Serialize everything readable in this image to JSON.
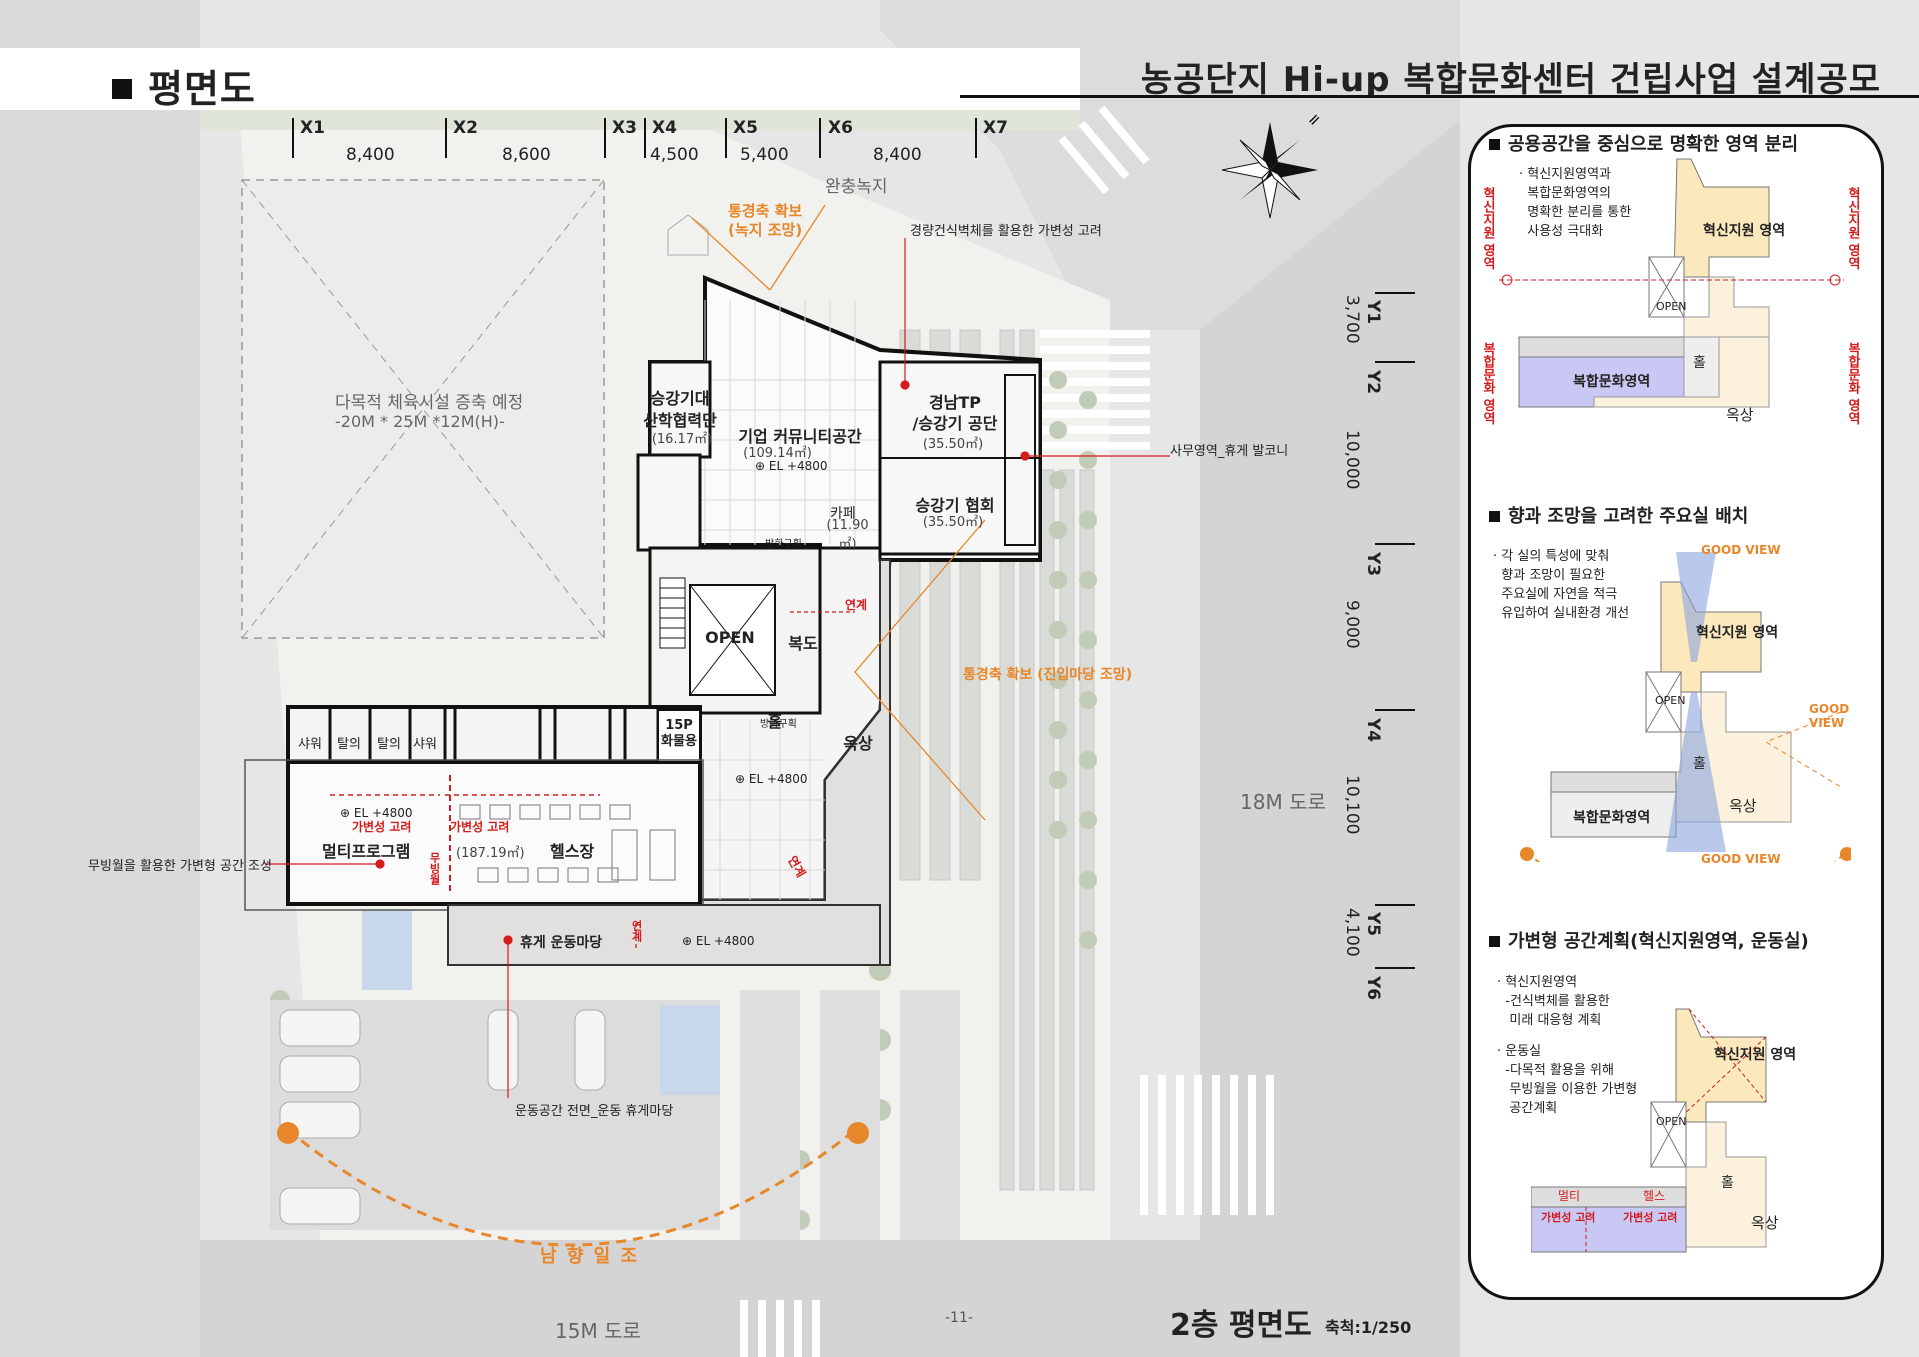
{
  "header": {
    "section_title": "평면도",
    "project_title": "농공단지 Hi-up 복합문화센터 건립사업 설계공모"
  },
  "grid_x": {
    "labels": [
      "X1",
      "X2",
      "X3",
      "X4",
      "X5",
      "X6",
      "X7"
    ],
    "dims": [
      "8,400",
      "8,600",
      "4,500",
      "5,400",
      "8,400"
    ]
  },
  "grid_y": {
    "labels": [
      "Y1",
      "Y2",
      "Y3",
      "Y4",
      "Y5",
      "Y6"
    ],
    "dims": [
      "3,700",
      "10,000",
      "9,000",
      "10,100",
      "4,100"
    ]
  },
  "site": {
    "buffer_green": "완충녹지",
    "sports_facility": "다목적 체육시설 증축 예정",
    "sports_dims": "-20M * 25M *12M(H)-",
    "road_18m": "18M 도로",
    "road_15m": "15M 도로",
    "sun_path": "남 향 일 조"
  },
  "rooms": {
    "cooperation": "승강기대\n산학협력단",
    "cooperation_area": "(16.17㎡)",
    "community": "기업 커뮤니티공간",
    "community_area": "(109.14㎡)",
    "community_el": "⊕ EL +4800",
    "tp": "경남TP\n/승강기 공단",
    "tp_area": "(35.50㎡)",
    "elev_assoc": "승강기 협회",
    "elev_assoc_area": "(35.50㎡)",
    "cafe": "카페",
    "cafe_area": "(11.90㎡)",
    "open": "OPEN",
    "corridor": "복도",
    "hall": "홀",
    "hall_el": "⊕ EL +4800",
    "rooftop": "옥상",
    "freight_elev": "15P\n화물용",
    "shower1": "샤워",
    "locker1": "탈의",
    "locker2": "탈의",
    "shower2": "샤워",
    "multi_program": "멀티프로그램",
    "gym": "헬스장",
    "gym_area": "(187.19㎡)",
    "gym_el": "⊕ EL +4800",
    "variable1": "가변성 고려",
    "variable2": "가변성 고려",
    "movable_wall": "무빙월",
    "rest_yard": "휴게 운동마당",
    "rest_yard_el": "⊕ EL +4800",
    "fire_zone1": "방화구획",
    "fire_zone2": "방화구획",
    "link1": "연계",
    "link2": "연계",
    "link3": "연계"
  },
  "notes": {
    "view_axis_green": "통경축 확보\n(녹지 조망)",
    "lightweight_wall": "경량건식벽체를 활용한 가변성 고려",
    "office_balcony": "사무영역_휴게 발코니",
    "view_axis_entry": "통경축 확보 (진입마당 조망)",
    "movable_wall_note": "무빙월을 활용한 가변형 공간 조성",
    "sports_front": "운동공간 전면_운동 휴게마당"
  },
  "panel": {
    "sec1_title": "공용공간을 중심으로 명확한 영역 분리",
    "sec1_text": "· 혁신지원영역과\n  복합문화영역의\n  명확한 분리를 통한\n  사용성 극대화",
    "sec1_left_top": "혁신지원 영역",
    "sec1_left_bottom": "복합문화 영역",
    "sec1_right_top": "혁신지원 영역",
    "sec1_right_bottom": "복합문화 영역",
    "sec1_innov": "혁신지원 영역",
    "sec1_culture": "복합문화영역",
    "sec1_open": "OPEN",
    "sec1_hall": "홀",
    "sec1_roof": "옥상",
    "sec2_title": "향과 조망을 고려한 주요실 배치",
    "sec2_text": "· 각 실의 특성에 맞춰\n  향과 조망이 필요한\n  주요실에 자연을 적극\n  유입하여 실내환경 개선",
    "sec2_goodview_top": "GOOD VIEW",
    "sec2_goodview_right": "GOOD VIEW",
    "sec2_goodview_bottom": "GOOD VIEW",
    "sec2_innov": "혁신지원 영역",
    "sec2_culture": "복합문화영역",
    "sec2_open": "OPEN",
    "sec2_hall": "홀",
    "sec2_roof": "옥상",
    "sec3_title": "가변형 공간계획(혁신지원영역, 운동실)",
    "sec3_text1": "· 혁신지원영역\n  -건식벽체를 활용한\n   미래 대응형 계획",
    "sec3_text2": "· 운동실\n  -다목적 활용을 위해\n   무빙월을 이용한 가변형\n   공간계획",
    "sec3_innov": "혁신지원 영역",
    "sec3_open": "OPEN",
    "sec3_hall": "홀",
    "sec3_roof": "옥상",
    "sec3_multi": "멀티",
    "sec3_health": "헬스",
    "sec3_var1": "가변성 고려",
    "sec3_var2": "가변성 고려"
  },
  "footer": {
    "page": "-11-",
    "title": "2층 평면도",
    "scale": "축척:1/250"
  },
  "colors": {
    "orange": "#e8862a",
    "red": "#d31c1c",
    "innov_zone": "#fbe8bd",
    "culture_zone": "#c9c8f4"
  }
}
